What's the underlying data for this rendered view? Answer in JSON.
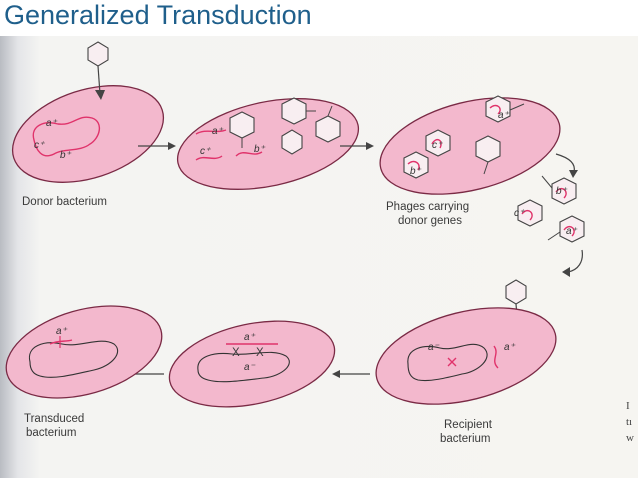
{
  "title": "Generalized Transduction",
  "labels": {
    "donor": "Donor bacterium",
    "phages_line1": "Phages carrying",
    "phages_line2": "donor genes",
    "recipient_line1": "Recipient",
    "recipient_line2": "bacterium",
    "transduced_line1": "Transduced",
    "transduced_line2": "bacterium"
  },
  "genes": {
    "a_plus": "a⁺",
    "b_plus": "b⁺",
    "c_plus": "c⁺",
    "a_minus": "a⁻"
  },
  "crossover_mark": "X",
  "edge_text": [
    "I",
    "tı",
    "w"
  ],
  "colors": {
    "cell_fill": "#f3b8cd",
    "cell_outline": "#7a2a45",
    "donor_dna": "#e0336b",
    "title": "#1f5f8b"
  }
}
